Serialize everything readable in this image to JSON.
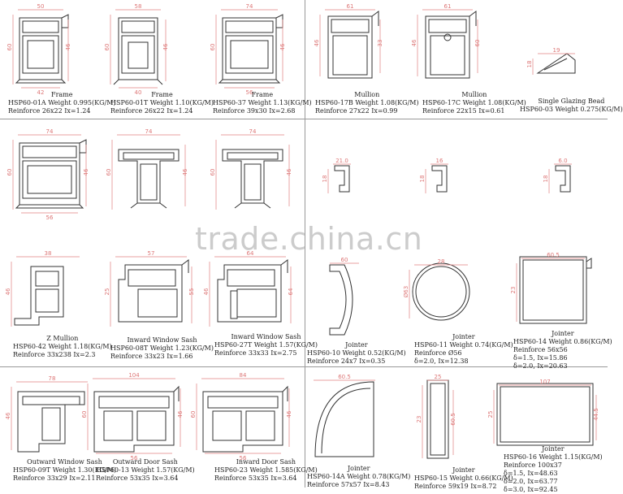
{
  "watermark": "trade.china.cn",
  "profiles": [
    {
      "id": "p1",
      "dims": [
        "50",
        "60",
        "46",
        "42"
      ],
      "name": "Frame",
      "lines": [
        "HSP60-01A  Weight 0.995(KG/M)",
        "Reinforce 26x22  Ix=1.24"
      ]
    },
    {
      "id": "p2",
      "dims": [
        "58",
        "60",
        "46",
        "40"
      ],
      "name": "Frame",
      "lines": [
        "HSP60-01T  Weight 1.10(KG/M)",
        "Reinforce 26x22  Ix=1.24"
      ]
    },
    {
      "id": "p3",
      "dims": [
        "74",
        "60",
        "46",
        "56"
      ],
      "name": "Frame",
      "lines": [
        "HSP60-37  Weight 1.13(KG/M)",
        "Reinforce 39x30  Ix=2.68"
      ]
    },
    {
      "id": "p4",
      "dims": [
        "61",
        "46",
        "33"
      ],
      "name": "Mullion",
      "lines": [
        "HSP60-17B  Weight 1.08(KG/M)",
        "Reinforce 27x22  Ix=0.99"
      ]
    },
    {
      "id": "p5",
      "dims": [
        "61",
        "46",
        "60"
      ],
      "name": "Mullion",
      "lines": [
        "HSP60-17C  Weight 1.08(KG/M)",
        "Reinforce 22x15  Ix=0.61"
      ]
    },
    {
      "id": "p6",
      "dims": [
        "19",
        "18"
      ],
      "name": "Single Glazing Bead",
      "lines": [
        "HSP60-03  Weight 0.275(KG/M)"
      ]
    },
    {
      "id": "p7",
      "dims": [
        "74",
        "60",
        "46",
        "56"
      ],
      "name": "",
      "lines": []
    },
    {
      "id": "p8",
      "dims": [
        "74",
        "60",
        "46"
      ],
      "name": "",
      "lines": []
    },
    {
      "id": "p9",
      "dims": [
        "74",
        "60",
        "46"
      ],
      "name": "",
      "lines": []
    },
    {
      "id": "p10",
      "dims": [
        "21.0",
        "18"
      ],
      "name": "",
      "lines": []
    },
    {
      "id": "p11",
      "dims": [
        "16",
        "18"
      ],
      "name": "",
      "lines": []
    },
    {
      "id": "p12",
      "dims": [
        "6.0",
        "18"
      ],
      "name": "",
      "lines": []
    },
    {
      "id": "p13",
      "dims": [
        "38",
        "46"
      ],
      "name": "Z Mullion",
      "lines": [
        "HSP60-42  Weight 1.18(KG/M)",
        "Reinforce 33x238  Ix=2.3"
      ]
    },
    {
      "id": "p14",
      "dims": [
        "57",
        "25",
        "55"
      ],
      "name": "Inward Window Sash",
      "lines": [
        "HSP60-08T  Weight 1.23(KG/M)",
        "Reinforce 33x23  Ix=1.66"
      ]
    },
    {
      "id": "p15",
      "dims": [
        "64",
        "46",
        "64"
      ],
      "name": "Inward Window Sash",
      "lines": [
        "HSP60-27T  Weight 1.57(KG/M)",
        "Reinforce 33x33  Ix=2.75"
      ]
    },
    {
      "id": "p16",
      "dims": [
        "60"
      ],
      "name": "Jointer",
      "lines": [
        "HSP60-10  Weight 0.52(KG/M)",
        "Reinforce 24x7  Ix=0.35"
      ]
    },
    {
      "id": "p17",
      "dims": [
        "28",
        "Ø63"
      ],
      "name": "Jointer",
      "lines": [
        "HSP60-11  Weight 0.74(KG/M)",
        "Reinforce Ø56",
        "δ=2.0,  Ix=12.38"
      ]
    },
    {
      "id": "p18",
      "dims": [
        "60.5",
        "23"
      ],
      "name": "Jointer",
      "lines": [
        "HSP60-14  Weight 0.86(KG/M)",
        "Reinforce 56x56",
        "δ=1.5,  Ix=15.86",
        "δ=2.0,  Ix=20.63"
      ]
    },
    {
      "id": "p19",
      "dims": [
        "78",
        "46"
      ],
      "name": "Outward Window Sash",
      "lines": [
        "HSP60-09T  Weight 1.30(KG/M)",
        "Reinforce 33x29  Ix=2.11"
      ]
    },
    {
      "id": "p20",
      "dims": [
        "104",
        "60",
        "46",
        "56"
      ],
      "name": "Outward Door Sash",
      "lines": [
        "HSP60-13  Weight 1.57(KG/M)",
        "Reinforce 53x35  Ix=3.64"
      ]
    },
    {
      "id": "p21",
      "dims": [
        "84",
        "60",
        "46",
        "56"
      ],
      "name": "Inward Door Sash",
      "lines": [
        "HSP60-23  Weight 1.585(KG/M)",
        "Reinforce 53x35  Ix=3.64"
      ]
    },
    {
      "id": "p22",
      "dims": [
        "60.5"
      ],
      "name": "Jointer",
      "lines": [
        "HSP60-14A  Weight 0.78(KG/M)",
        "Reinforce 57x57  Ix=8.43"
      ]
    },
    {
      "id": "p23",
      "dims": [
        "25",
        "23",
        "60.5"
      ],
      "name": "Jointer",
      "lines": [
        "HSP60-15  Weight 0.66(KG/M)",
        "Reinforce 59x19  Ix=8.72"
      ]
    },
    {
      "id": "p24",
      "dims": [
        "107",
        "25",
        "44.5"
      ],
      "name": "Jointer",
      "lines": [
        "HSP60-16  Weight 1.15(KG/M)",
        "Reinforce 100x37",
        "δ=1.5,  Ix=48.63",
        "δ=2.0,  Ix=63.77",
        "δ=3.0,  Ix=92.45"
      ]
    }
  ]
}
